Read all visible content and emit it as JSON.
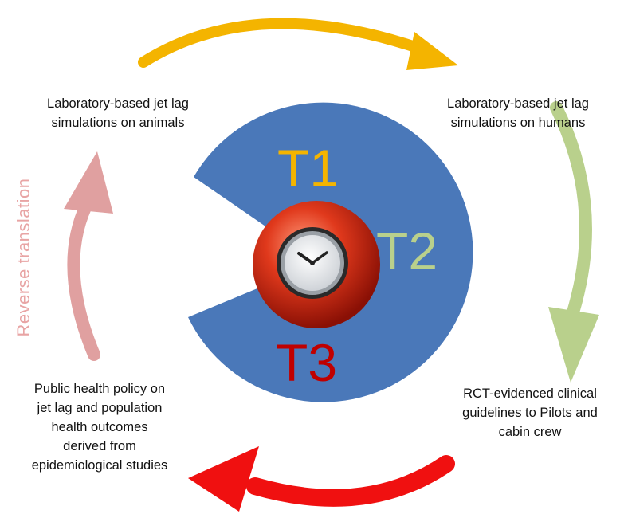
{
  "labels": {
    "top_left": [
      "Laboratory-based jet lag",
      "simulations on animals"
    ],
    "top_right": [
      "Laboratory-based jet lag",
      "simulations on humans"
    ],
    "bottom_right": [
      "RCT-evidenced clinical",
      "guidelines to Pilots and",
      "cabin crew"
    ],
    "bottom_left": [
      "Public health policy on",
      "jet lag and population",
      "health outcomes",
      "derived from",
      "epidemiological studies"
    ]
  },
  "phases": {
    "t1": "T1",
    "t2": "T2",
    "t3": "T3"
  },
  "reverse_label": "Reverse translation",
  "colors": {
    "blue": "#4a78b9",
    "t1": "#f4b400",
    "t2": "#b9d08c",
    "t3": "#c00000",
    "red_arrow": "#f01010",
    "pink": "#e0a0a0"
  },
  "icons": {
    "center": "clock-icon"
  }
}
